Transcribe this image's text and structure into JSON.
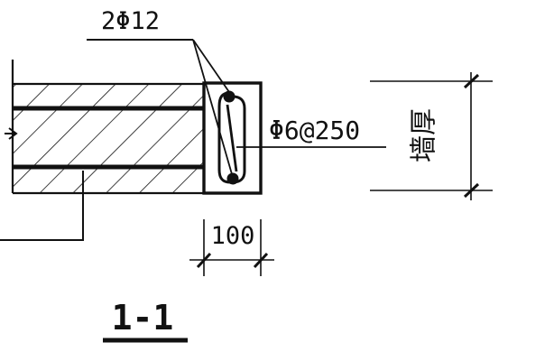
{
  "section_label": "1-1",
  "rebar_label": "2Φ12",
  "stirrup_label": "Φ6@250",
  "dimension_100": "100",
  "wall_thickness_label": "墙厚",
  "colors": {
    "ink": "#111111",
    "background": "#ffffff"
  }
}
